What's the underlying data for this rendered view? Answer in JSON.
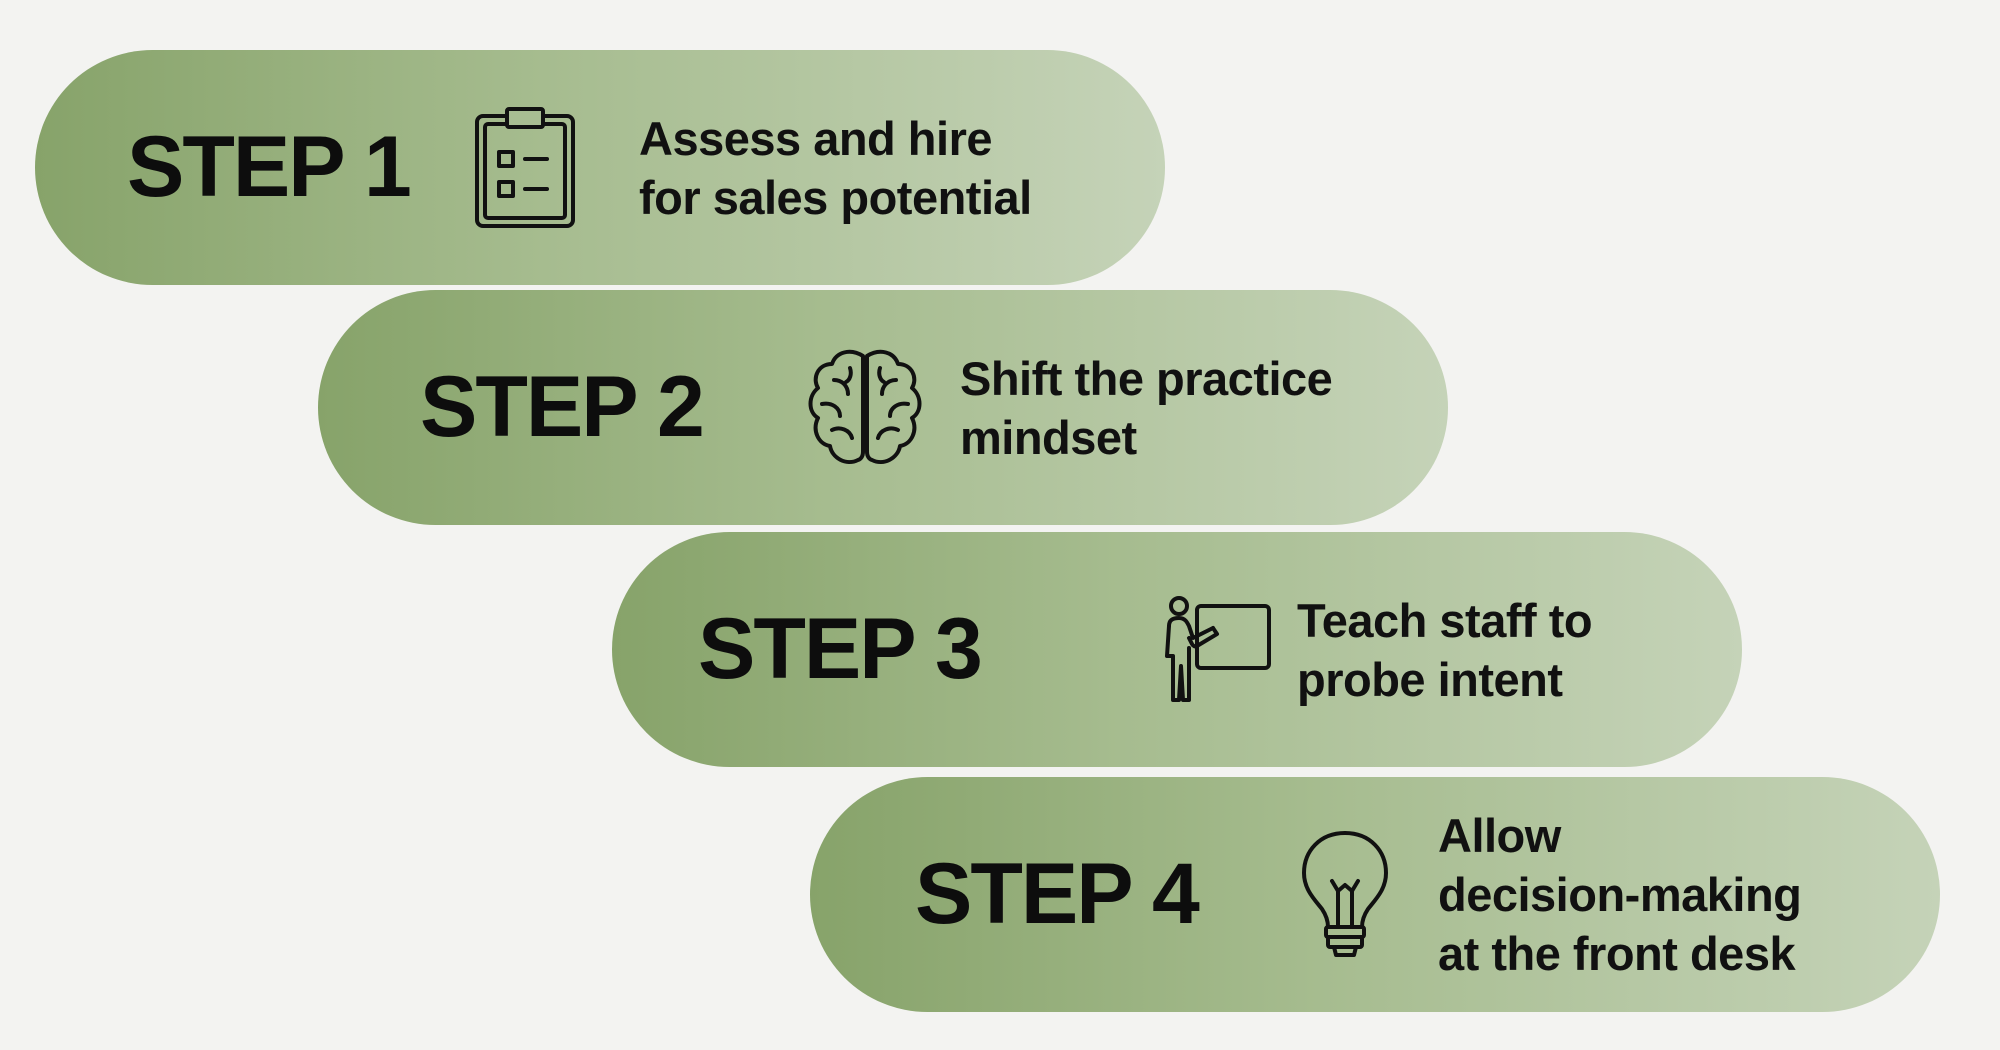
{
  "steps": [
    {
      "label": "STEP 1",
      "icon": "clipboard-checklist-icon",
      "lines": [
        "Assess and hire",
        "for sales potential"
      ]
    },
    {
      "label": "STEP 2",
      "icon": "brain-icon",
      "lines": [
        "Shift the practice",
        "mindset"
      ]
    },
    {
      "label": "STEP 3",
      "icon": "teacher-board-icon",
      "lines": [
        "Teach staff to",
        "probe intent"
      ]
    },
    {
      "label": "STEP 4",
      "icon": "lightbulb-icon",
      "lines": [
        "Allow",
        "decision-making",
        "at the front desk"
      ]
    }
  ],
  "colors": {
    "background": "#f3f3f1",
    "pill_start": "#87a36a",
    "pill_end": "#c5d3b8",
    "text": "#0d0d0d"
  }
}
